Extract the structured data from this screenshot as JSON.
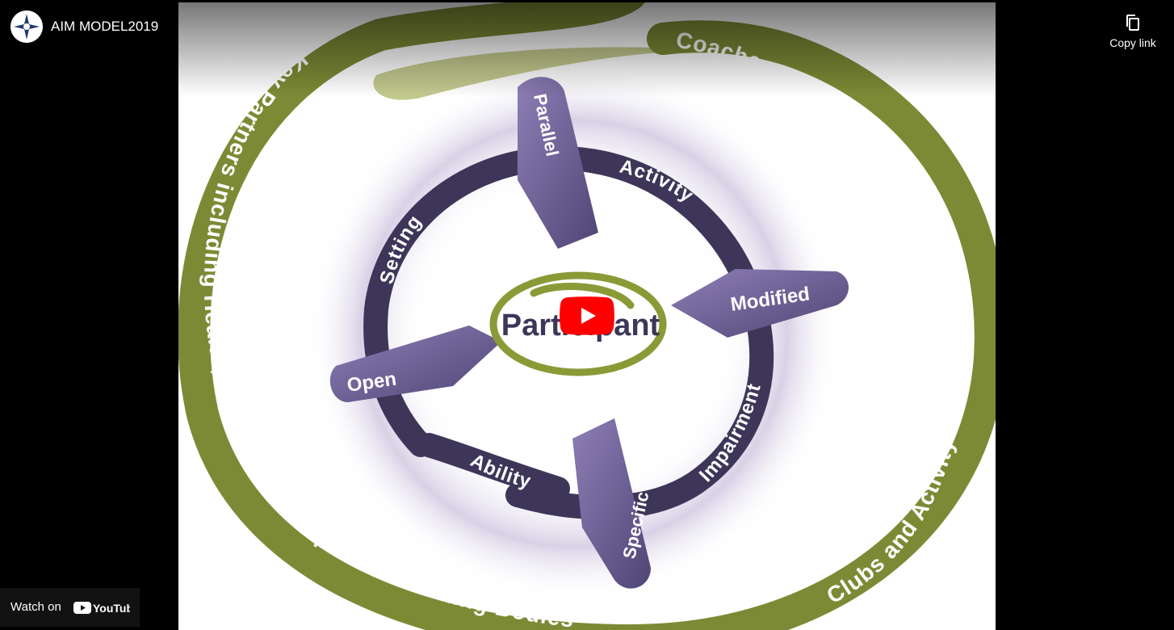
{
  "video": {
    "title": "AIM MODEL2019",
    "copy_link_label": "Copy link",
    "watch_on_label": "Watch on",
    "youtube_wordmark": "YouTube"
  },
  "thumbnail": {
    "outer_ring_texts": [
      "Key Partners including Health, Education and Sports Governing Bodies",
      "Coaches and Volunteers",
      "Clubs and Activity Sessions"
    ],
    "inner_ring_texts": [
      "Setting",
      "Activity",
      "Impairment",
      "Ability"
    ],
    "pointer_labels": [
      "Parallel",
      "Modified",
      "Specific",
      "Open"
    ],
    "center_label": "Participant"
  },
  "icons": {
    "channel_avatar": "compass-logo-icon",
    "copy": "copy-icon",
    "play": "play-icon",
    "youtube": "youtube-logo-icon"
  },
  "colors": {
    "olive_green": "#7d8a35",
    "light_olive": "#c3c98e",
    "dark_purple": "#3e3659",
    "mid_purple": "#7c6ba3",
    "youtube_red": "#ff0000",
    "background": "#000000"
  }
}
